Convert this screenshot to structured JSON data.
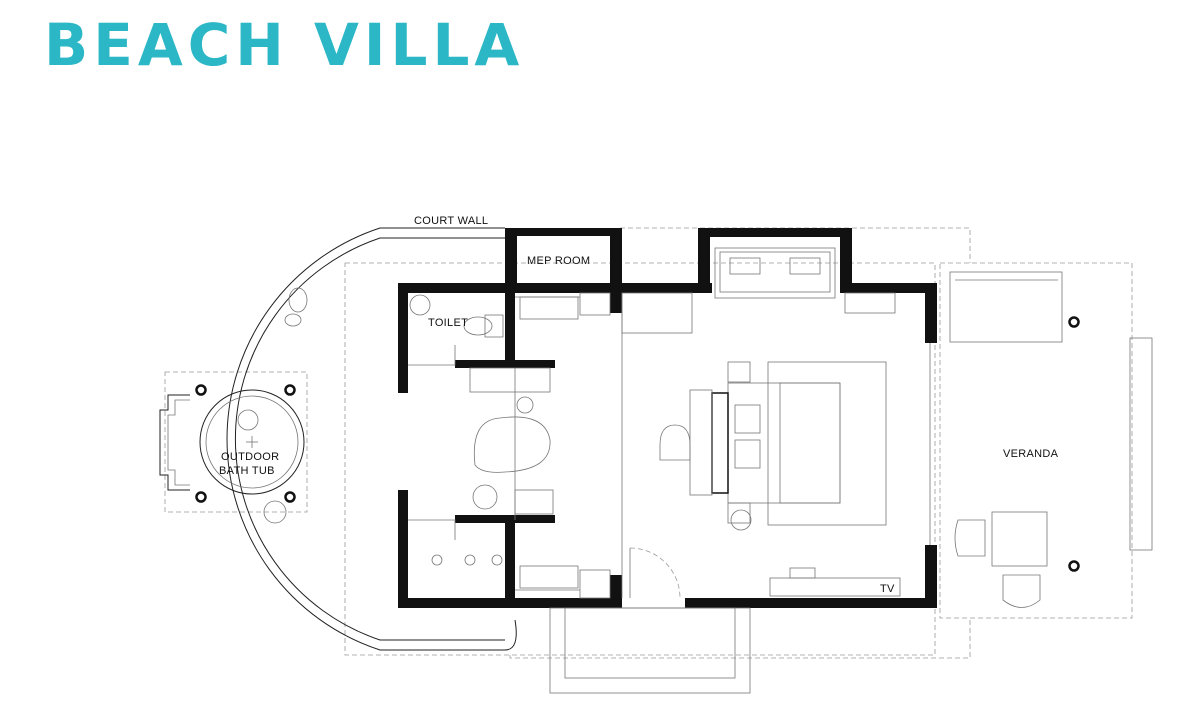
{
  "title": "BEACH VILLA",
  "colors": {
    "title": "#2bb7c6",
    "wall": "#111111"
  },
  "rooms": {
    "court_wall": "COURT WALL",
    "mep_room": "MEP ROOM",
    "toilet": "TOILET",
    "outdoor_bath_tub_line1": "OUTDOOR",
    "outdoor_bath_tub_line2": "BATH TUB",
    "veranda": "VERANDA",
    "tv": "TV"
  }
}
